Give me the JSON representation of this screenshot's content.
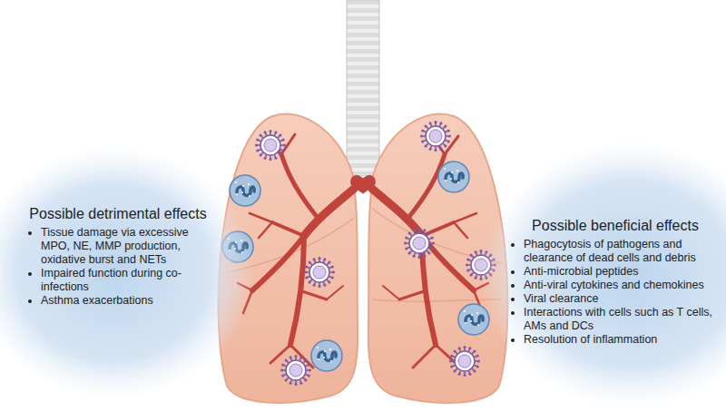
{
  "diagram": {
    "nodes": [
      {
        "text": [
          "Possible detrimental effects",
          "Tissue damage via excessive MPO, NE, MMP production, oxidative burst and NETs",
          "Impaired function during co-infections",
          "Asthma exacerbations"
        ]
      },
      {
        "text": [
          "Possible beneficial effects",
          "Phagocytosis of pathogens and clearance of dead cells and debris",
          "Anti-microbial peptides",
          "Anti-viral cytokines and chemokines",
          "Viral clearance",
          "Interactions with cells such as T cells, AMs and DCs",
          "Resolution of inflammation"
        ]
      }
    ]
  }
}
